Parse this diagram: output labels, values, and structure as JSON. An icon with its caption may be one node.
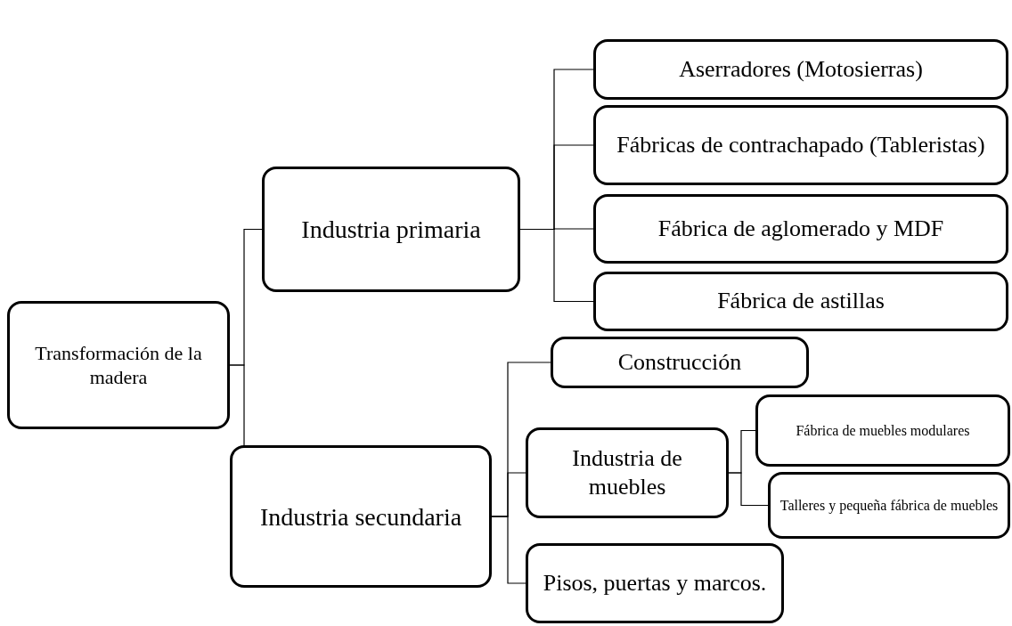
{
  "diagram": {
    "nodes": [
      {
        "text": [
          "Transformación de la madera"
        ]
      },
      {
        "text": [
          "Industria primaria"
        ]
      },
      {
        "text": [
          "Aserradores (Motosierras)"
        ]
      },
      {
        "text": [
          "Fábricas de contrachapado (Tableristas)"
        ]
      },
      {
        "text": [
          "Fábrica de aglomerado y MDF"
        ]
      },
      {
        "text": [
          "Fábrica de astillas"
        ]
      },
      {
        "text": [
          "Industria secundaria"
        ]
      },
      {
        "text": [
          "Construcción"
        ]
      },
      {
        "text": [
          "Industria de muebles"
        ]
      },
      {
        "text": [
          "Pisos, puertas y marcos."
        ]
      },
      {
        "text": [
          "Fábrica de muebles modulares"
        ]
      },
      {
        "text": [
          "Talleres y pequeña fábrica de muebles"
        ]
      }
    ],
    "edges": [
      {
        "from": 0,
        "to": 1,
        "arrow": "none"
      },
      {
        "from": 0,
        "to": 6,
        "arrow": "none"
      },
      {
        "from": 1,
        "to": 2,
        "arrow": "none"
      },
      {
        "from": 1,
        "to": 3,
        "arrow": "none"
      },
      {
        "from": 1,
        "to": 4,
        "arrow": "none"
      },
      {
        "from": 1,
        "to": 5,
        "arrow": "none"
      },
      {
        "from": 6,
        "to": 7,
        "arrow": "none"
      },
      {
        "from": 6,
        "to": 8,
        "arrow": "none"
      },
      {
        "from": 6,
        "to": 9,
        "arrow": "none"
      },
      {
        "from": 8,
        "to": 10,
        "arrow": "none"
      },
      {
        "from": 8,
        "to": 11,
        "arrow": "none"
      }
    ]
  }
}
